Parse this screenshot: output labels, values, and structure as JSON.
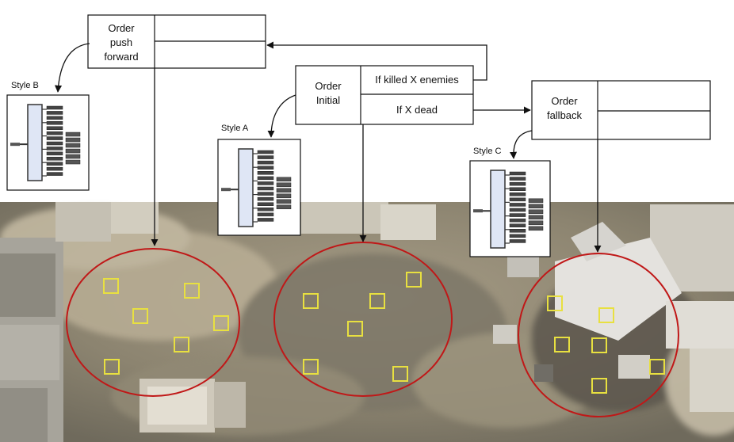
{
  "orders": {
    "push": {
      "line1": "Order",
      "line2": "push",
      "line3": "forward"
    },
    "initial": {
      "line1": "Order",
      "line2": "Initial",
      "cond_killed": "If killed X enemies",
      "cond_dead": "If X dead"
    },
    "fallback": {
      "line1": "Order",
      "line2": "fallback"
    }
  },
  "styles": {
    "a": "Style A",
    "b": "Style B",
    "c": "Style C"
  },
  "colors": {
    "zone_ring": "#c01818",
    "spawn_marker": "#e8e040",
    "line": "#111111",
    "tree_fill": "#dfe6f5"
  }
}
